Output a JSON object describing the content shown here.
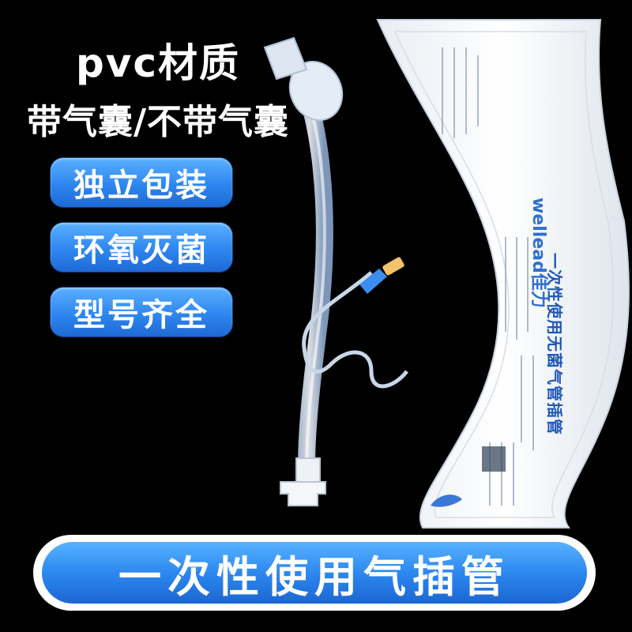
{
  "headline": {
    "material": "pvc材质",
    "cuff_options": "带气囊/不带气囊"
  },
  "features": [
    "独立包装",
    "环氧灭菌",
    "型号齐全"
  ],
  "package": {
    "brand": "wellead佳力",
    "product_name": "一次性使用无菌气管插管"
  },
  "banner": {
    "text": "一次性使用气插管"
  },
  "colors": {
    "accent_blue": "#2e86f0",
    "background": "#000000"
  }
}
